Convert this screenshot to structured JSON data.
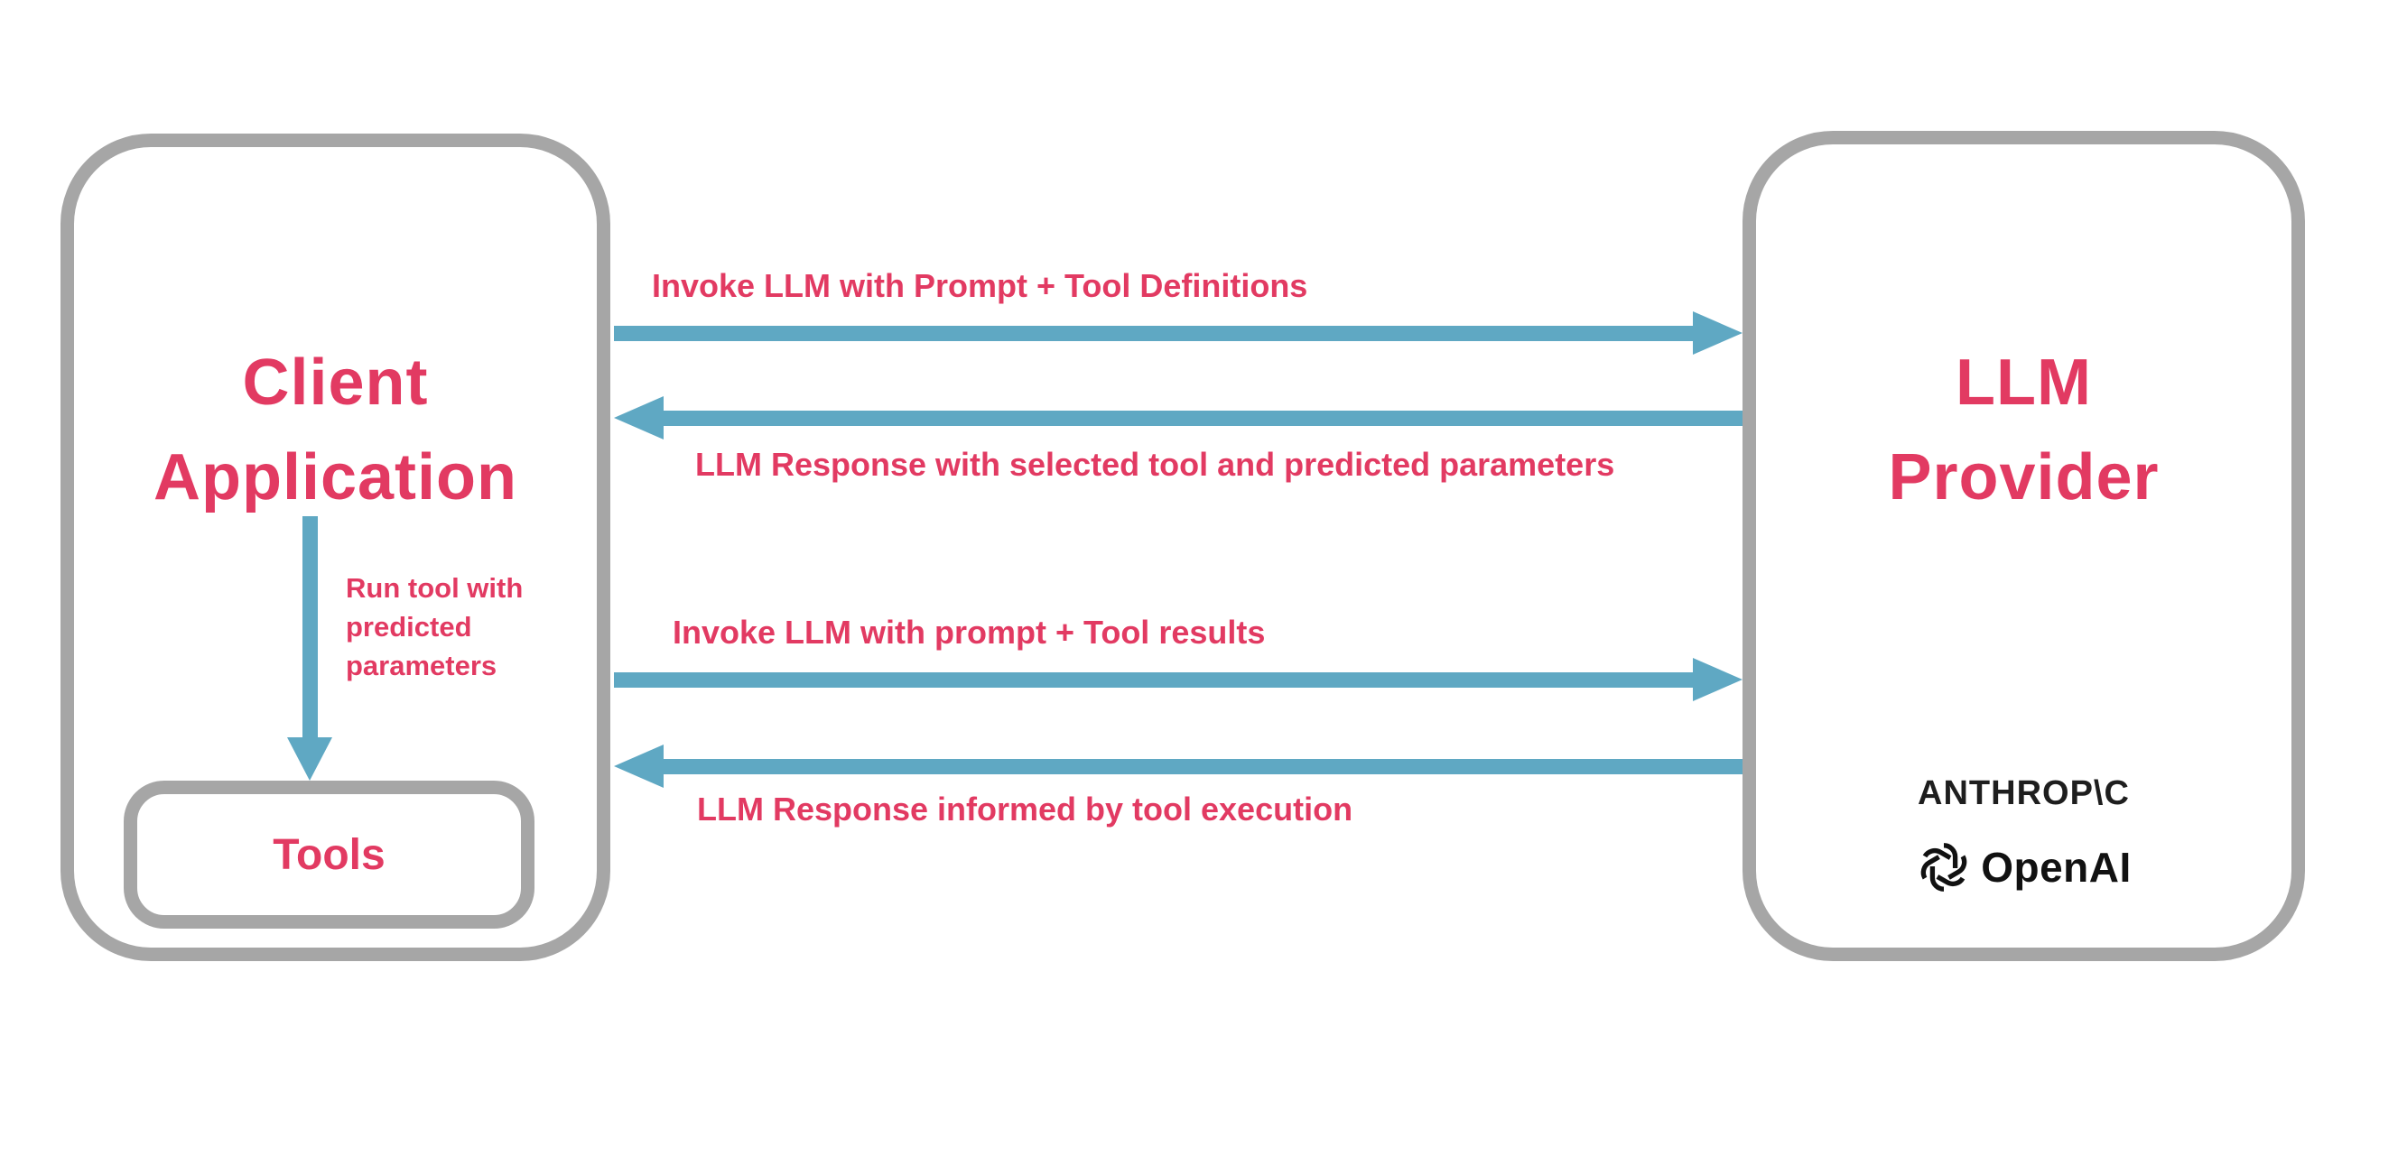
{
  "colors": {
    "pink": "#e23a62",
    "blue": "#5fa8c3",
    "gray": "#a6a6a6",
    "logo_dark": "#1a1a1a",
    "background": "#ffffff"
  },
  "client_box": {
    "title_lines": [
      "Client",
      "Application"
    ]
  },
  "tools_box": {
    "label": "Tools"
  },
  "run_tool_label": {
    "lines": [
      "Run tool with",
      "predicted",
      "parameters"
    ]
  },
  "llm_box": {
    "title_lines": [
      "LLM",
      "Provider"
    ]
  },
  "logos": {
    "anthropic": "ANTHROP\\C",
    "openai": "OpenAI"
  },
  "arrows": [
    {
      "direction": "right",
      "label": "Invoke LLM with Prompt + Tool Definitions"
    },
    {
      "direction": "left",
      "label": "LLM Response with selected tool and predicted parameters"
    },
    {
      "direction": "right",
      "label": "Invoke LLM with prompt + Tool results"
    },
    {
      "direction": "left",
      "label": "LLM Response informed by tool execution"
    }
  ]
}
